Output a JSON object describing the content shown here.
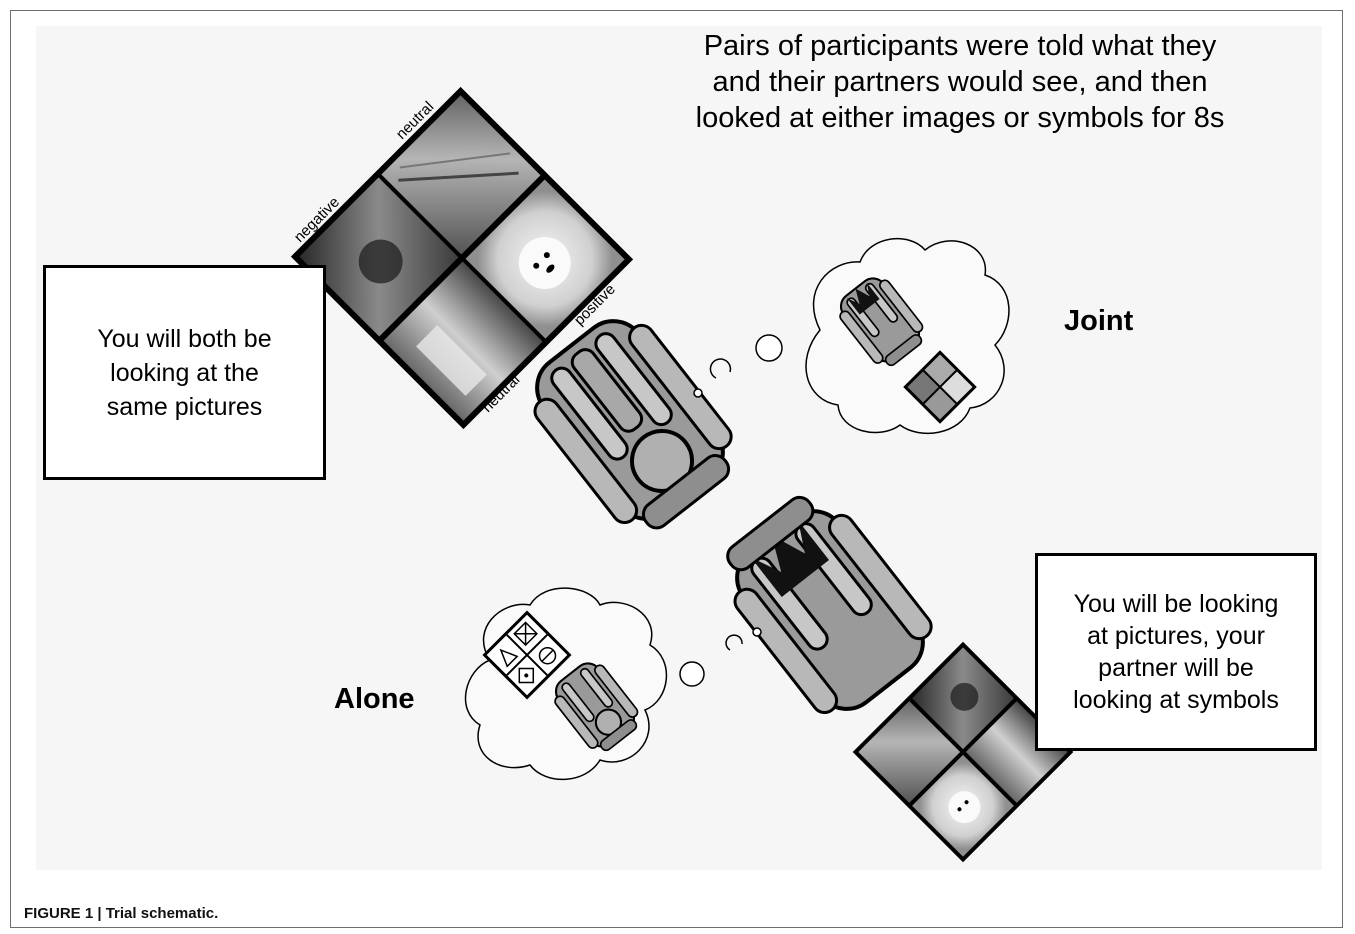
{
  "header": {
    "lines": [
      "Pairs of participants were told what they",
      "and their partners would see, and then",
      "looked at either images or symbols for 8s"
    ]
  },
  "joint": {
    "label": "Joint",
    "instruction_lines": [
      "You will both be",
      "looking at the",
      "same pictures"
    ],
    "grid_labels": {
      "top_left": "negative",
      "top_right": "neutral",
      "bottom_right": "positive",
      "bottom_left": "neutral"
    }
  },
  "alone": {
    "label": "Alone",
    "instruction_lines": [
      "You will be looking",
      "at pictures, your",
      "partner will be",
      "looking at symbols"
    ]
  },
  "caption": {
    "figure": "FIGURE 1 | Trial schematic."
  }
}
